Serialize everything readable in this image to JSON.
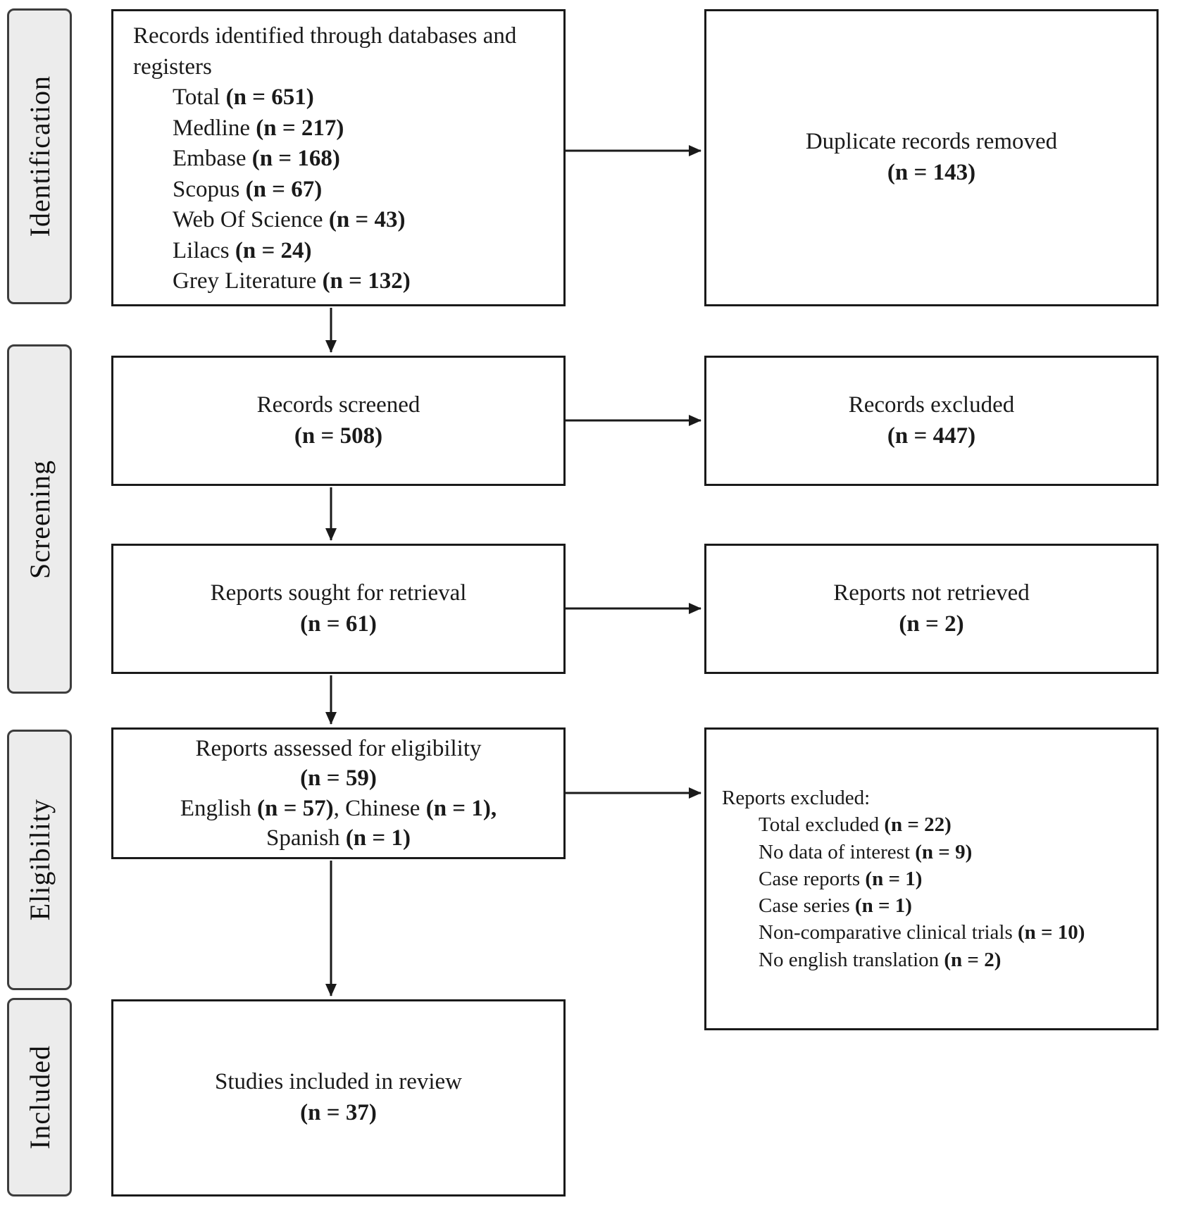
{
  "stages": {
    "identification": "Identification",
    "screening": "Screening",
    "eligibility": "Eligibility",
    "included": "Included"
  },
  "boxes": {
    "identified": {
      "title": "Records identified through databases and registers",
      "items": [
        {
          "label": "Total ",
          "n": "(n = 651)"
        },
        {
          "label": "Medline ",
          "n": "(n = 217)"
        },
        {
          "label": "Embase ",
          "n": "(n = 168)"
        },
        {
          "label": "Scopus ",
          "n": "(n = 67)"
        },
        {
          "label": "Web Of Science ",
          "n": "(n = 43)"
        },
        {
          "label": "Lilacs ",
          "n": "(n = 24)"
        },
        {
          "label": "Grey Literature ",
          "n": "(n = 132)"
        }
      ]
    },
    "duplicates_removed": {
      "title": "Duplicate records removed",
      "n": "(n = 143)"
    },
    "screened": {
      "title": "Records screened",
      "n": "(n = 508)"
    },
    "records_excluded": {
      "title": "Records excluded",
      "n": "(n = 447)"
    },
    "sought": {
      "title": "Reports sought for retrieval",
      "n": "(n = 61)"
    },
    "not_retrieved": {
      "title": "Reports not retrieved",
      "n": "(n = 2)"
    },
    "assessed": {
      "title": "Reports assessed for eligibility",
      "n": "(n = 59)",
      "lang1_label": "English ",
      "lang1_n": "(n = 57)",
      "lang1_sep": ", Chinese ",
      "lang2_n": "(n = 1),",
      "lang3_label": "Spanish ",
      "lang3_n": "(n = 1)"
    },
    "reports_excluded": {
      "title": "Reports excluded:",
      "items": [
        {
          "label": "Total excluded ",
          "n": "(n = 22)"
        },
        {
          "label": "No data of interest ",
          "n": "(n = 9)"
        },
        {
          "label": "Case reports ",
          "n": "(n = 1)"
        },
        {
          "label": "Case series ",
          "n": "(n = 1)"
        },
        {
          "label": "Non-comparative clinical trials ",
          "n": "(n = 10)"
        },
        {
          "label": "No english translation ",
          "n": "(n = 2)"
        }
      ]
    },
    "included_studies": {
      "title": "Studies included in review",
      "n": "(n = 37)"
    }
  }
}
